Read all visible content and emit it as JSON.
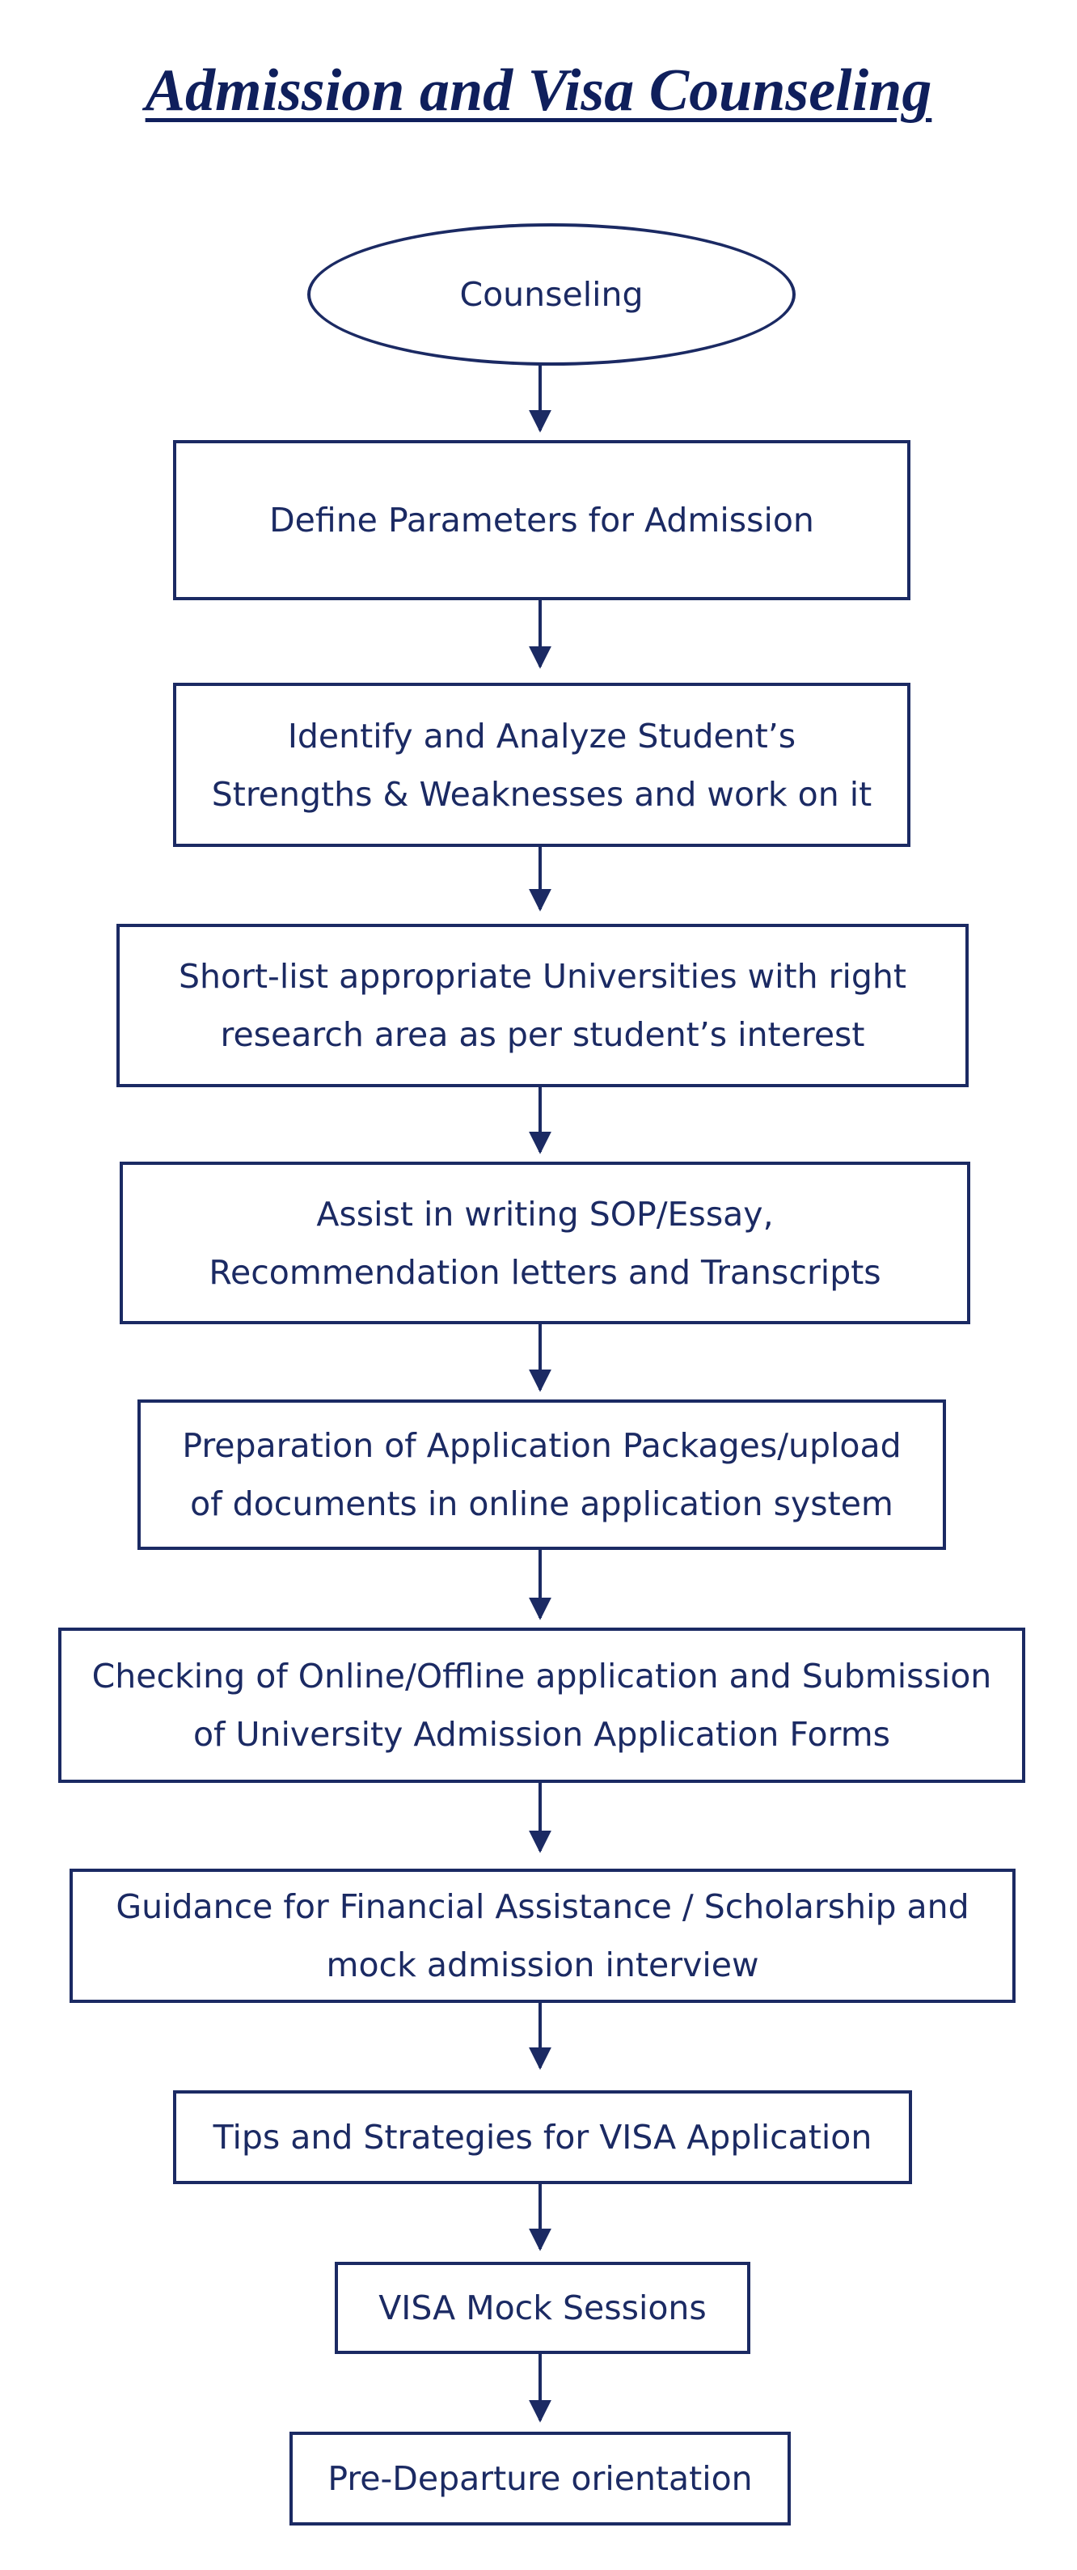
{
  "title": "Admission and Visa Counseling",
  "steps": [
    "Counseling",
    "Define Parameters for Admission",
    "Identify and Analyze Student’s Strengths & Weaknesses and work on it",
    "Short-list appropriate Universities with right research area  as per  student’s interest",
    "Assist in writing SOP/Essay, Recommendation letters and Transcripts",
    "Preparation of Application Packages/upload of documents in online application system",
    "Checking of Online/Offline application and Submission of University Admission Application Forms",
    "Guidance for Financial Assistance / Scholarship and mock admission interview",
    "Tips and Strategies for VISA Application",
    "VISA Mock Sessions",
    "Pre-Departure orientation"
  ],
  "colors": {
    "stroke": "#1b2a63",
    "title": "#0f1f5c"
  }
}
